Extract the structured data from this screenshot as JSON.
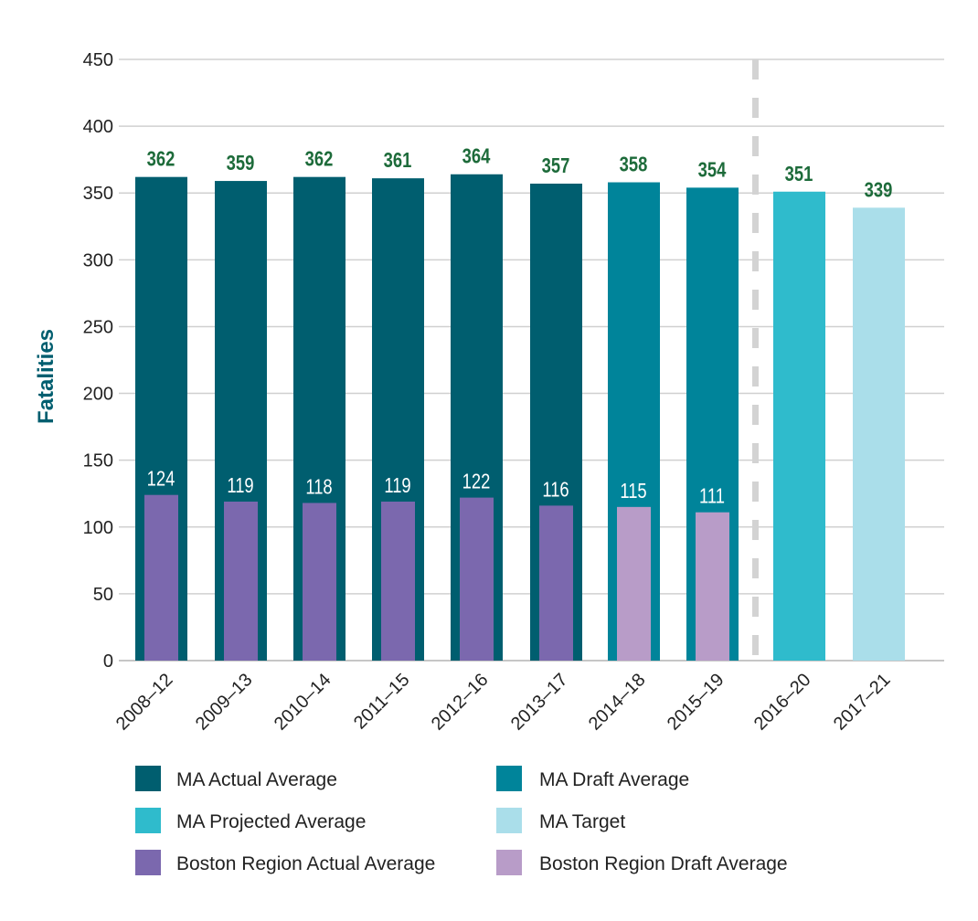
{
  "chart_data": {
    "type": "bar",
    "title": "",
    "xlabel": "",
    "ylabel": "Fatalities",
    "ylim": [
      0,
      450
    ],
    "yticks": [
      0,
      50,
      100,
      150,
      200,
      250,
      300,
      350,
      400,
      450
    ],
    "grid": true,
    "categories": [
      "2008–12",
      "2009–13",
      "2010–14",
      "2011–15",
      "2012–16",
      "2013–17",
      "2014–18",
      "2015–19",
      "2016–20",
      "2017–21"
    ],
    "ma_values": [
      362,
      359,
      362,
      361,
      364,
      357,
      358,
      354,
      351,
      339
    ],
    "ma_series": [
      "MA Actual Average",
      "MA Actual Average",
      "MA Actual Average",
      "MA Actual Average",
      "MA Actual Average",
      "MA Actual Average",
      "MA Draft Average",
      "MA Draft Average",
      "MA Projected Average",
      "MA Target"
    ],
    "boston_values": [
      124,
      119,
      118,
      119,
      122,
      116,
      115,
      111,
      null,
      null
    ],
    "boston_series": [
      "Boston Region Actual Average",
      "Boston Region Actual Average",
      "Boston Region Actual Average",
      "Boston Region Actual Average",
      "Boston Region Actual Average",
      "Boston Region Actual Average",
      "Boston Region Draft Average",
      "Boston Region Draft Average",
      null,
      null
    ],
    "divider_after_category": "2015–19",
    "legend_position": "bottom",
    "legend": [
      {
        "name": "MA Actual Average",
        "color": "#005e6f"
      },
      {
        "name": "MA Draft Average",
        "color": "#00849a"
      },
      {
        "name": "MA Projected Average",
        "color": "#2fbbcc"
      },
      {
        "name": "MA Target",
        "color": "#aadeea"
      },
      {
        "name": "Boston Region Actual Average",
        "color": "#7b68ae"
      },
      {
        "name": "Boston Region Draft Average",
        "color": "#b89cc8"
      }
    ],
    "value_label_color_ma": "#1d6b3a",
    "value_label_color_boston": "#ffffff",
    "grid_color": "#d0d0d0",
    "divider_color": "#d3d3d3"
  }
}
